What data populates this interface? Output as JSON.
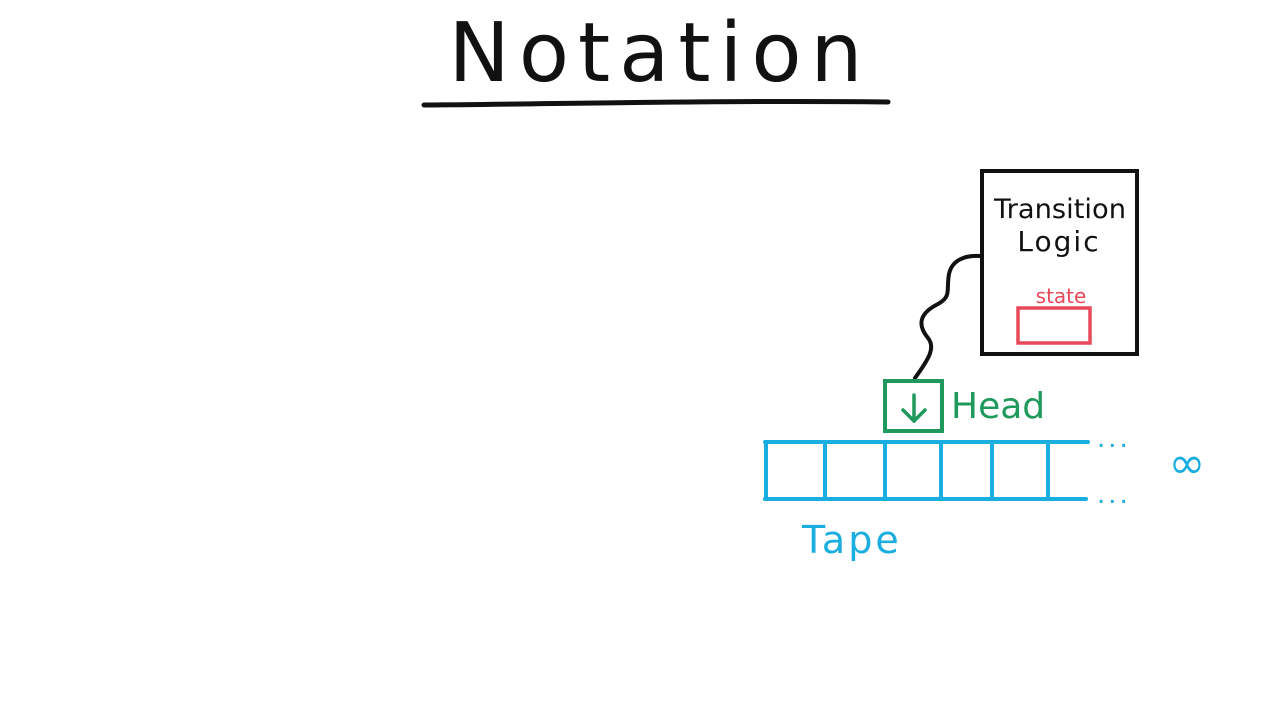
{
  "title": "Notation",
  "transition_box": {
    "line1": "Transition",
    "line2": "Logic",
    "state_label": "state"
  },
  "head": {
    "label": "Head"
  },
  "tape": {
    "label": "Tape",
    "cell_count": 6,
    "ellipsis": "...",
    "infinity": "∞"
  },
  "colors": {
    "ink": "#111111",
    "state": "#e8485a",
    "head": "#1f9a5c",
    "tape": "#1aaee0"
  }
}
